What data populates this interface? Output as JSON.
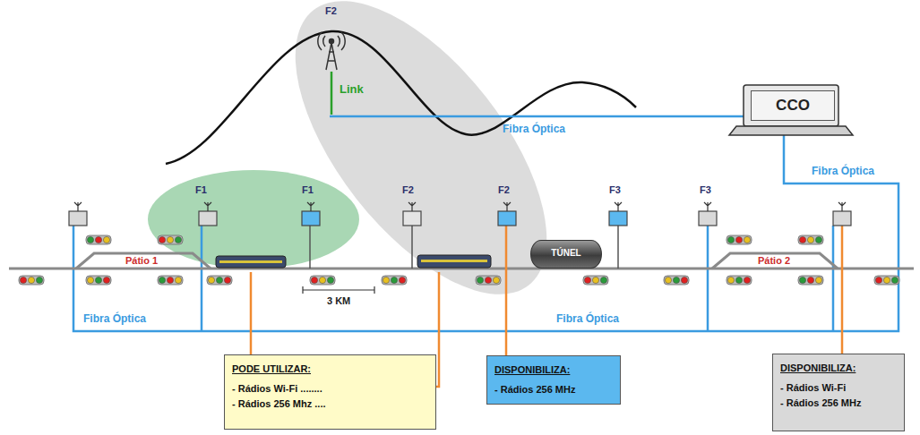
{
  "diagram": {
    "nodes": [
      {
        "text": [
          "CCO"
        ]
      },
      {
        "text": [
          "TÚNEL"
        ]
      },
      {
        "text": [
          "PODE UTILIZAR:",
          "- Rádios Wi-Fi ........",
          "- Rádios 256 Mhz ...."
        ]
      },
      {
        "text": [
          "DISPONIBILIZA:",
          "- Rádios 256 MHz"
        ]
      },
      {
        "text": [
          "DISPONIBILIZA:",
          "- Rádios Wi-Fi",
          "- Rádios 256 MHz"
        ]
      }
    ],
    "labels": [
      "F2",
      "Link",
      "Fibra Óptica",
      "Fibra Óptica",
      "F1",
      "F1",
      "F2",
      "F2",
      "F3",
      "F3",
      "Pátio 1",
      "Pátio 2",
      "3 KM",
      "Fibra Óptica",
      "Fibra Óptica"
    ]
  }
}
